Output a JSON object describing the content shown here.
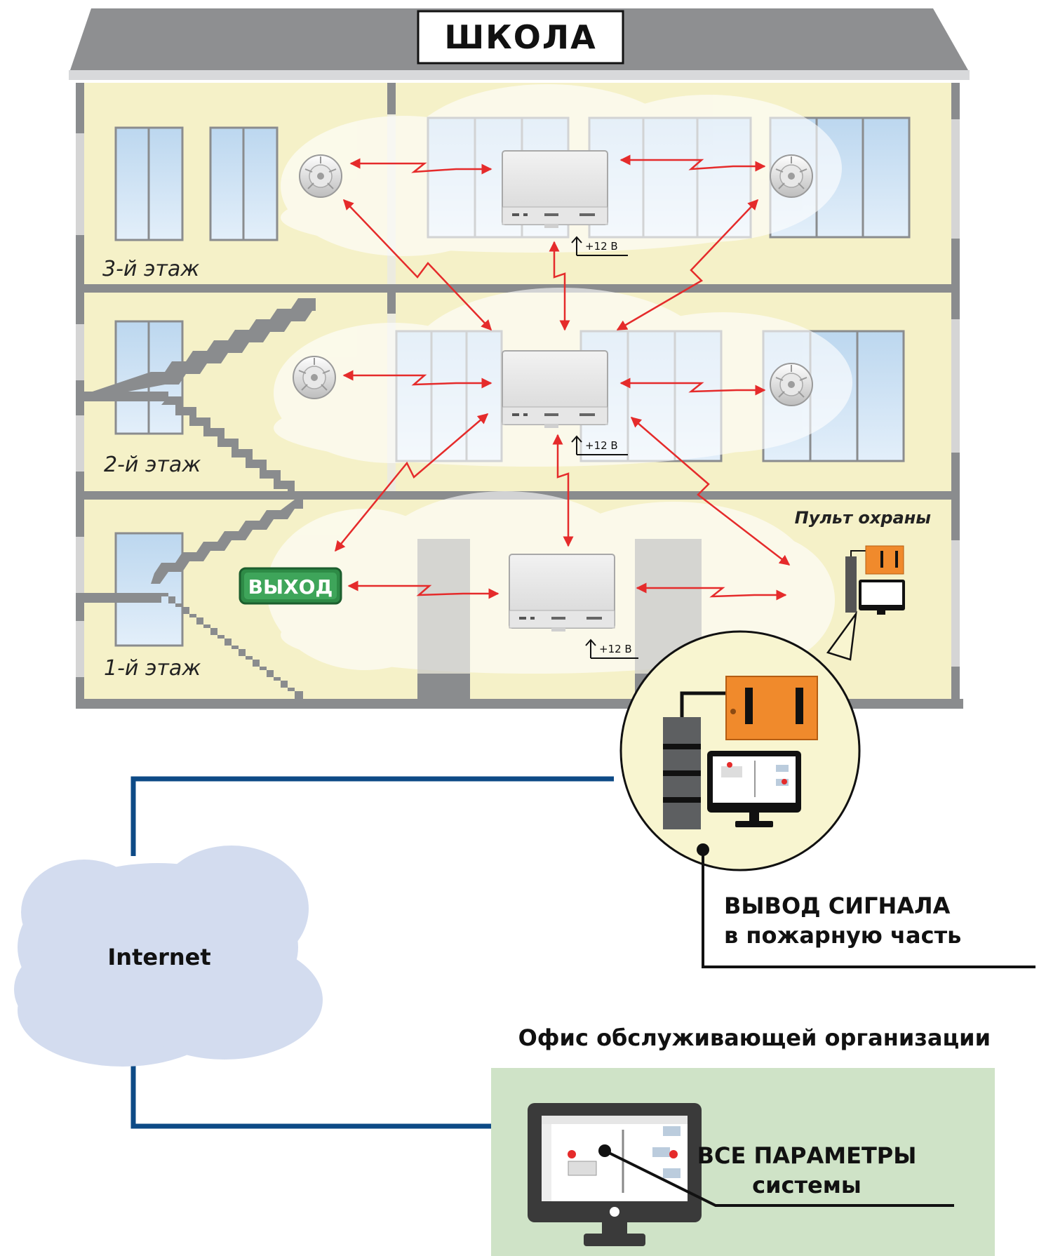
{
  "building": {
    "title": "ШКОЛА",
    "floors": [
      {
        "label": "3-й этаж"
      },
      {
        "label": "2-й этаж"
      },
      {
        "label": "1-й этаж"
      }
    ],
    "power_label": "+12 В",
    "exit_sign": "ВЫХОД",
    "guard_post": "Пульт охраны"
  },
  "signal_output": {
    "line1": "ВЫВОД СИГНАЛА",
    "line2": "в пожарную часть"
  },
  "internet": {
    "label": "Internet"
  },
  "office": {
    "title": "Офис обслуживающей организации",
    "line1": "ВСЕ ПАРАМЕТРЫ",
    "line2": "системы"
  },
  "colors": {
    "roof": "#8e8f91",
    "wall": "#f5f1c8",
    "frame": "#8a8c8e",
    "signal": "#e52b2b",
    "network": "#0d4a86",
    "cloud_internet": "#d3dcef",
    "office_bg": "#cfe3c7",
    "exit_green": "#2e8b46",
    "panel_orange": "#f08a2c"
  }
}
